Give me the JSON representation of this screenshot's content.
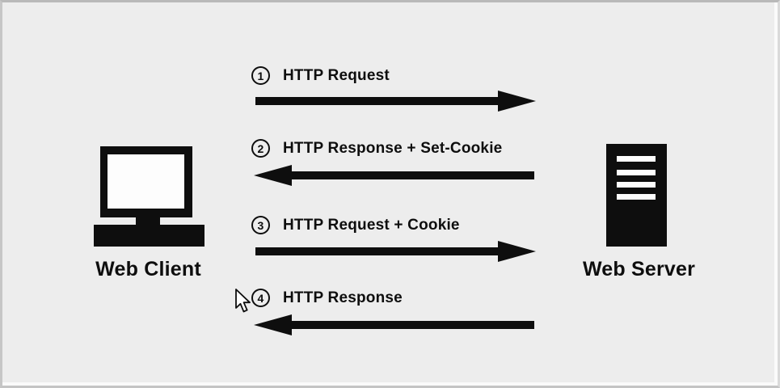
{
  "diagram": {
    "client": {
      "label": "Web Client",
      "icon": "desktop-monitor-icon"
    },
    "server": {
      "label": "Web Server",
      "icon": "server-tower-icon"
    },
    "messages": [
      {
        "number": "1",
        "label": "HTTP Request",
        "direction": "right"
      },
      {
        "number": "2",
        "label": "HTTP Response + Set-Cookie",
        "direction": "left"
      },
      {
        "number": "3",
        "label": "HTTP Request + Cookie",
        "direction": "right"
      },
      {
        "number": "4",
        "label": "HTTP Response",
        "direction": "left"
      }
    ]
  },
  "cursor": {
    "icon": "mouse-pointer-icon"
  },
  "colors": {
    "background": "#ededed",
    "ink": "#0e0e0e"
  }
}
